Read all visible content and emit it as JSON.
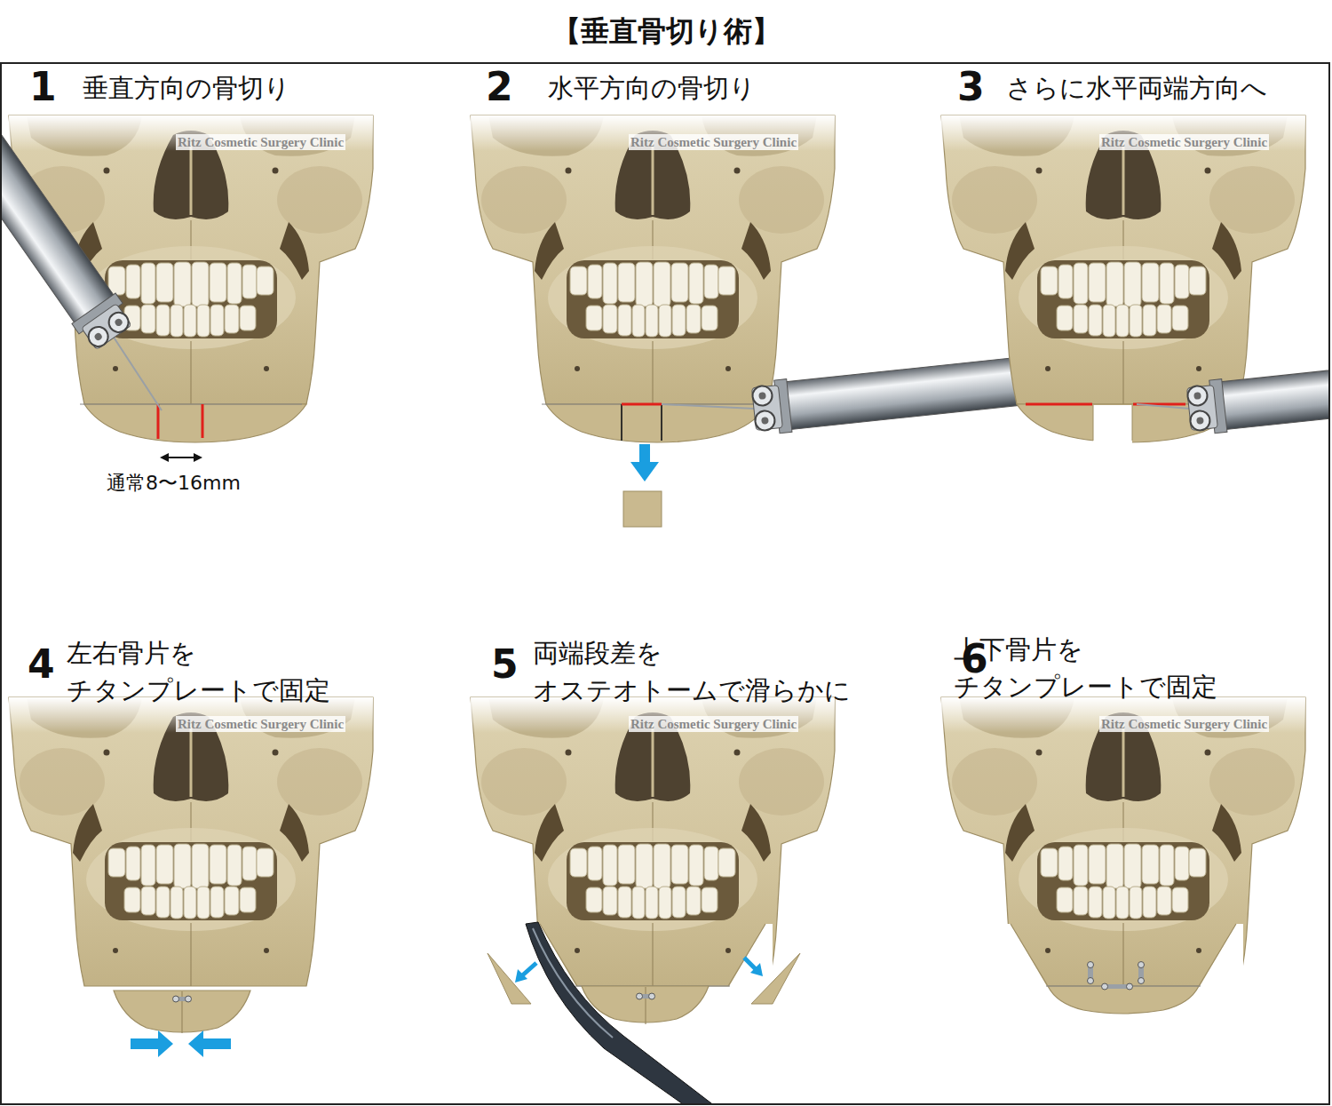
{
  "diagram": {
    "title": "【垂直骨切り術】",
    "labels": [
      "1",
      "垂直方向の骨切り",
      "2",
      "水平方向の骨切り",
      "3",
      "さらに水平両端方向へ",
      "Ritz Cosmetic Surgery Clinic",
      "Ritz Cosmetic Surgery Clinic",
      "Ritz Cosmetic Surgery Clinic",
      "通常8〜16mm",
      "4",
      "左右骨片を チタンプレートで固定",
      "5",
      "両端段差を オステオトームで滑らかに",
      "6",
      "上下骨片を チタンプレートで固定",
      "Ritz Cosmetic Surgery Clinic",
      "Ritz Cosmetic Surgery Clinic",
      "Ritz Cosmetic Surgery Clinic"
    ]
  }
}
